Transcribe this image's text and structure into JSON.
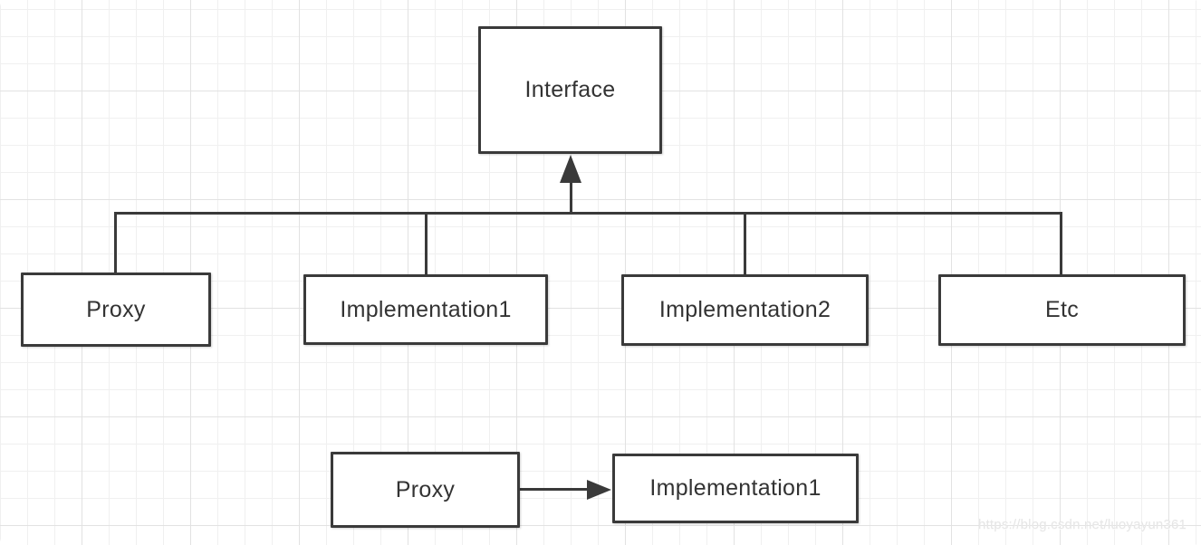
{
  "colors": {
    "stroke": "#3a3a3a",
    "text": "#333333",
    "node_fill": "#ffffff",
    "background": "#ffffff",
    "grid_minor": "#f0f0f0",
    "grid_major": "#e2e2e2",
    "watermark": "#e6e6e6"
  },
  "hierarchy_diagram": {
    "parent": {
      "label": "Interface"
    },
    "children": [
      {
        "label": "Proxy"
      },
      {
        "label": "Implementation1"
      },
      {
        "label": "Implementation2"
      },
      {
        "label": "Etc"
      }
    ],
    "edge_style": "orthogonal lines, hollow shaft with filled triangular arrowhead pointing up into Interface"
  },
  "delegation_diagram": {
    "source": {
      "label": "Proxy"
    },
    "target": {
      "label": "Implementation1"
    },
    "edge_style": "horizontal line with filled triangular arrowhead pointing right"
  },
  "watermark": {
    "text": "https://blog.csdn.net/luoyayun361"
  }
}
